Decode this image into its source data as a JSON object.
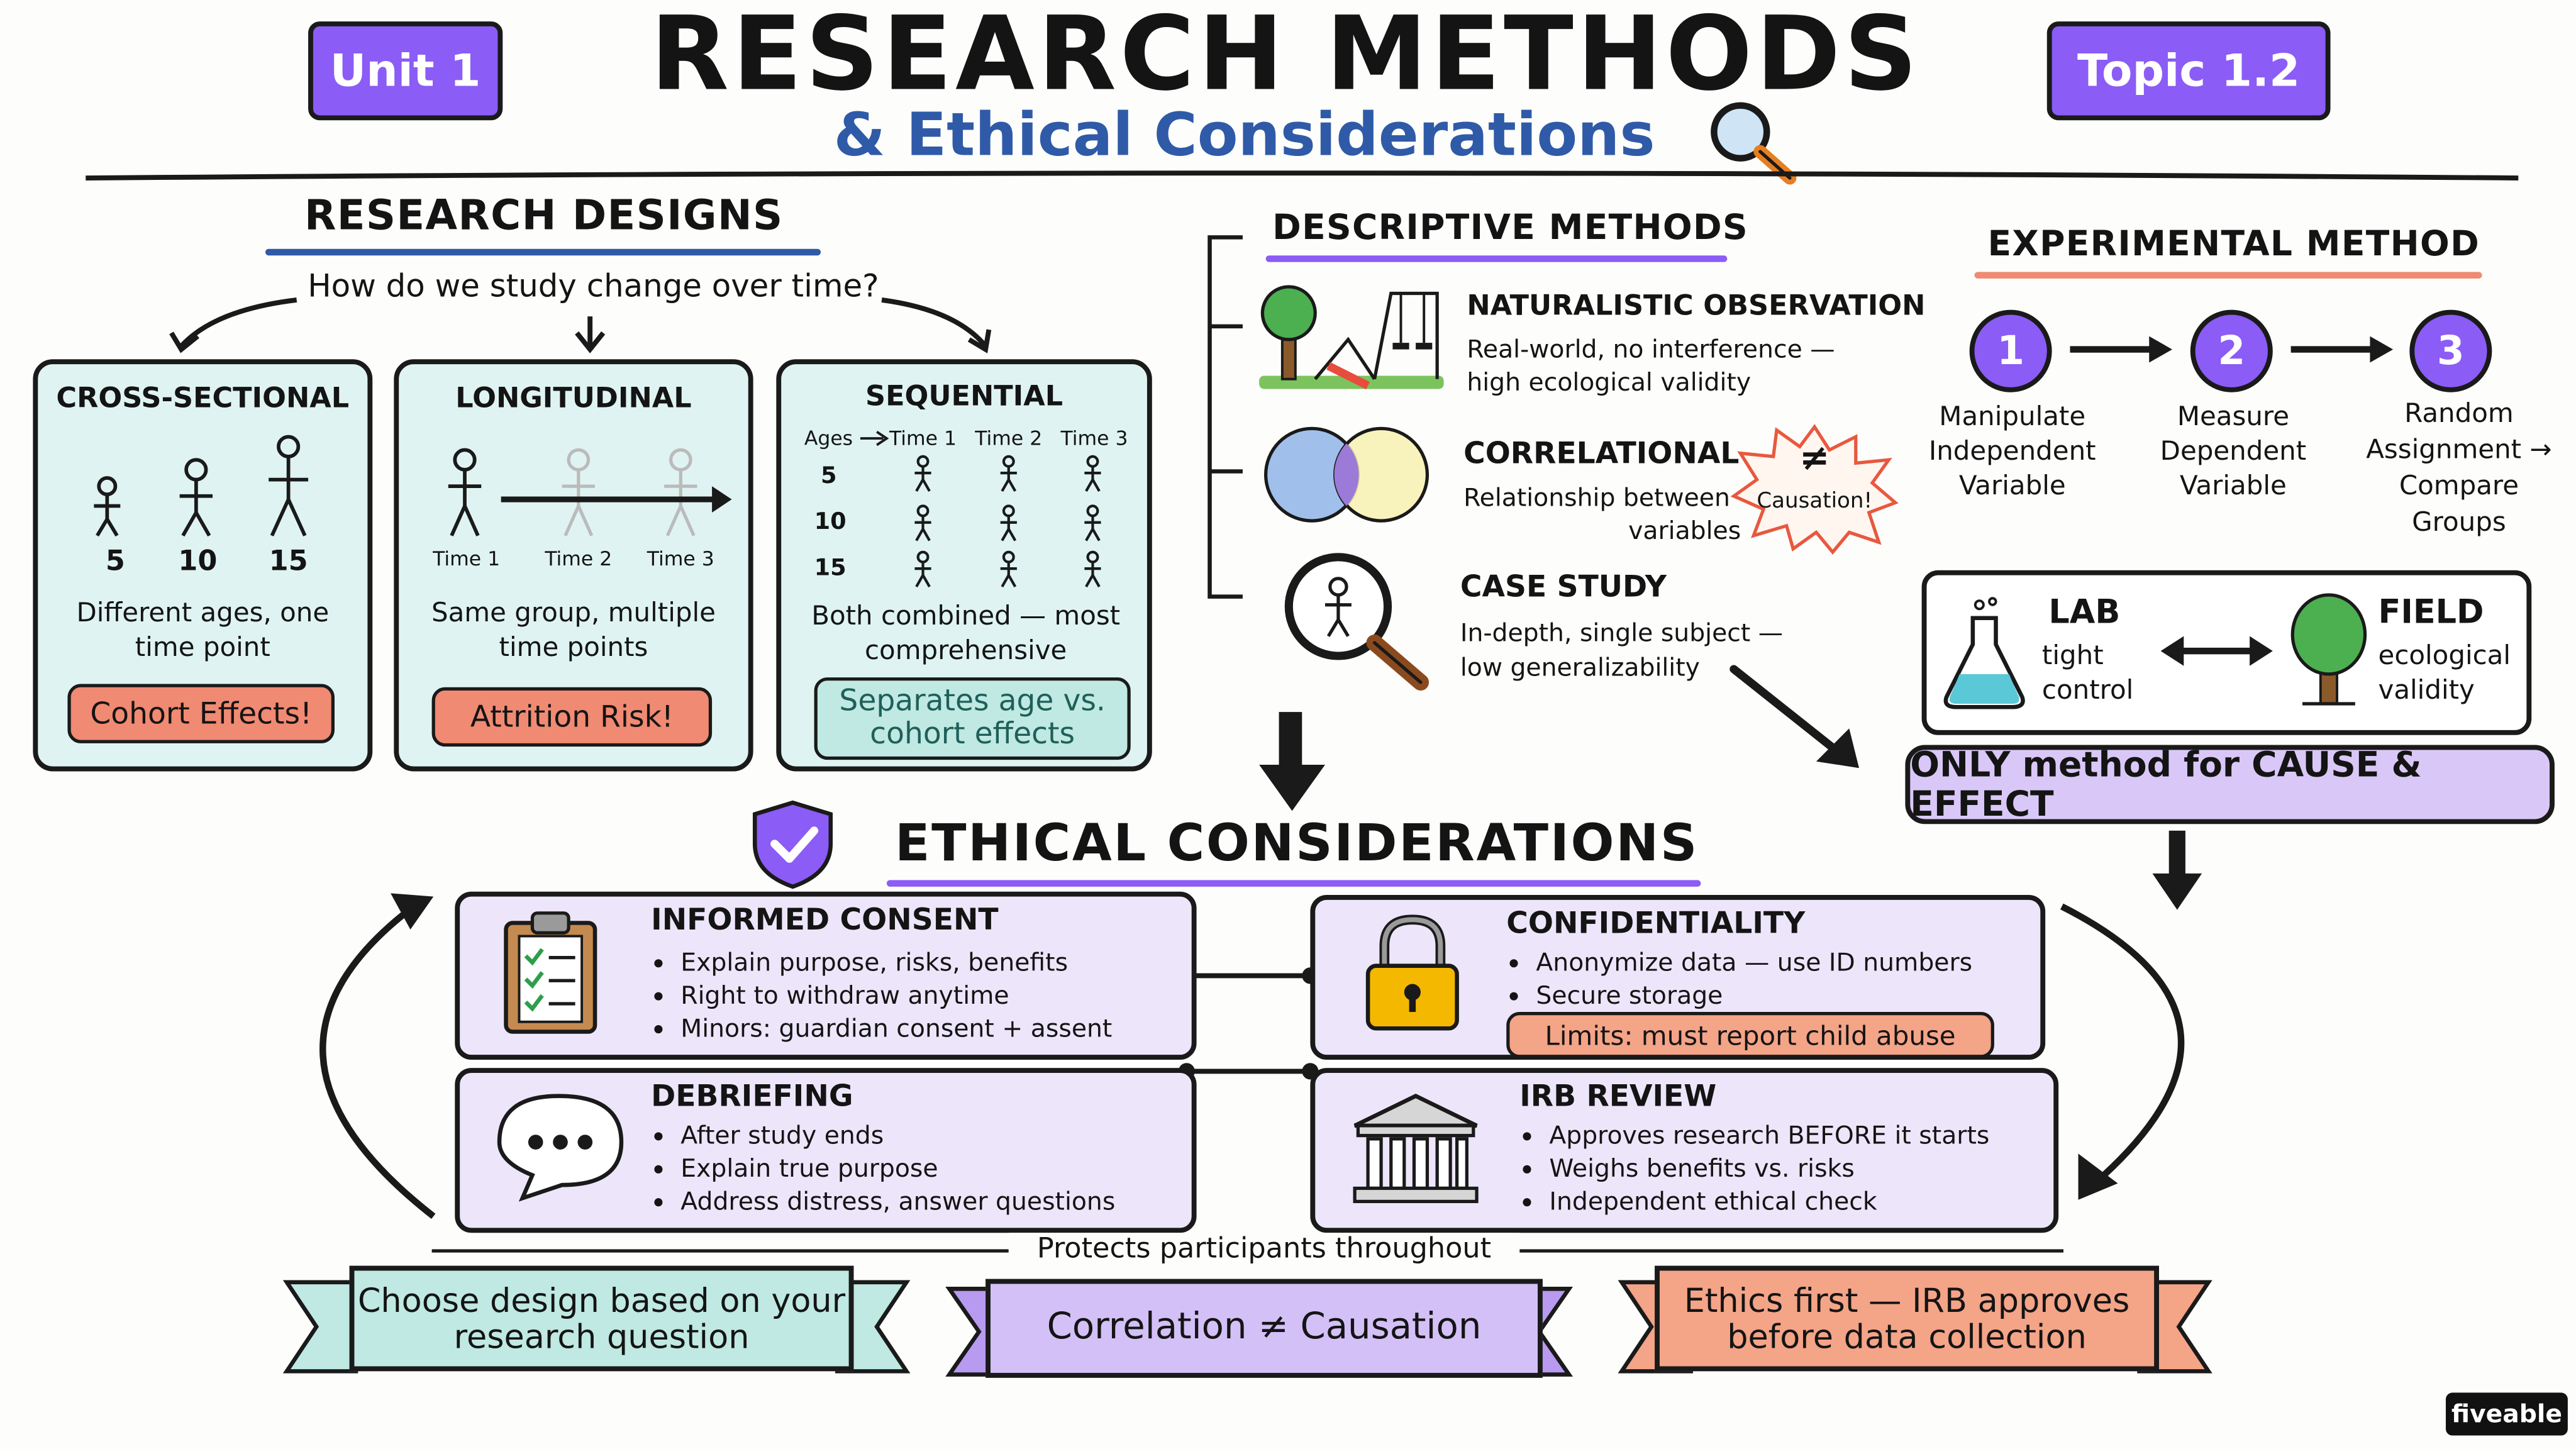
{
  "header": {
    "unit_badge": "Unit 1",
    "topic_badge": "Topic 1.2",
    "title": "RESEARCH METHODS",
    "subtitle": "& Ethical Considerations"
  },
  "research_designs": {
    "heading": "RESEARCH DESIGNS",
    "question": "How do we study change over time?",
    "cross_sectional": {
      "title": "CROSS-SECTIONAL",
      "ages": [
        "5",
        "10",
        "15"
      ],
      "description": "Different ages, one time point",
      "pill": "Cohort Effects!"
    },
    "longitudinal": {
      "title": "LONGITUDINAL",
      "times": [
        "Time 1",
        "Time 2",
        "Time 3"
      ],
      "description": "Same group, multiple time points",
      "pill": "Attrition Risk!"
    },
    "sequential": {
      "title": "SEQUENTIAL",
      "ages_label": "Ages",
      "times": [
        "Time 1",
        "Time 2",
        "Time 3"
      ],
      "ages": [
        "5",
        "10",
        "15"
      ],
      "description": "Both combined — most comprehensive",
      "pill": "Separates age vs. cohort effects"
    }
  },
  "descriptive_methods": {
    "heading": "DESCRIPTIVE METHODS",
    "naturalistic": {
      "title": "NATURALISTIC OBSERVATION",
      "line1": "Real-world, no interference —",
      "line2": "high ecological validity"
    },
    "correlational": {
      "title": "CORRELATIONAL",
      "line1": "Relationship between",
      "line2": "variables",
      "burst_symbol": "≠",
      "burst_text": "Causation!"
    },
    "case_study": {
      "title": "CASE STUDY",
      "line1": "In-depth, single subject —",
      "line2": "low generalizability"
    }
  },
  "experimental_method": {
    "heading": "EXPERIMENTAL METHOD",
    "steps": [
      {
        "number": "1",
        "label": "Manipulate Independent Variable"
      },
      {
        "number": "2",
        "label": "Measure Dependent Variable"
      },
      {
        "number": "3",
        "label": "Random Assignment → Compare Groups"
      }
    ],
    "lab_title": "LAB",
    "lab_desc": "tight control",
    "field_title": "FIELD",
    "field_desc": "ecological validity",
    "cause_effect": "ONLY method for CAUSE & EFFECT"
  },
  "ethics": {
    "heading": "ETHICAL CONSIDERATIONS",
    "informed_consent": {
      "title": "INFORMED CONSENT",
      "bullets": [
        "Explain purpose, risks, benefits",
        "Right to withdraw anytime",
        "Minors: guardian consent + assent"
      ]
    },
    "confidentiality": {
      "title": "CONFIDENTIALITY",
      "bullets": [
        "Anonymize data — use ID numbers",
        "Secure storage"
      ],
      "limit": "Limits: must report child abuse"
    },
    "debriefing": {
      "title": "DEBRIEFING",
      "bullets": [
        "After study ends",
        "Explain true purpose",
        "Address distress, answer questions"
      ]
    },
    "irb": {
      "title": "IRB REVIEW",
      "bullets": [
        "Approves research BEFORE it starts",
        "Weighs benefits vs. risks",
        "Independent ethical check"
      ]
    },
    "protects": "Protects participants throughout"
  },
  "banners": {
    "left": "Choose design based on your research question",
    "middle": "Correlation ≠ Causation",
    "right": "Ethics first — IRB approves before data collection"
  },
  "brand": "fiveable",
  "colors": {
    "purple": "#8b5cf6",
    "teal": "#dff4f2",
    "coral": "#f08a72",
    "lavender": "#ede6fb",
    "blue_text": "#2f5aa8"
  }
}
